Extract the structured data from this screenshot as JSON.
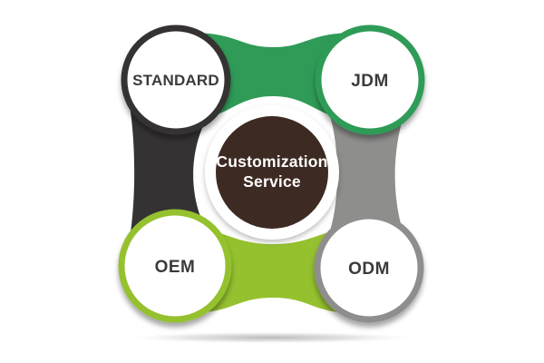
{
  "diagram": {
    "center": {
      "label_line1": "Customization",
      "label_line2": "Service",
      "fill_color": "#3e2b20",
      "ring_color": "#ffffff",
      "text_color": "#ffffff"
    },
    "nodes": [
      {
        "id": "standard",
        "label": "STANDARD",
        "ring_color": "#343233",
        "fill_color": "#ffffff",
        "text_color": "#3a3a3a",
        "position": "top-left"
      },
      {
        "id": "jdm",
        "label": "JDM",
        "ring_color": "#2f9b57",
        "fill_color": "#ffffff",
        "text_color": "#3a3a3a",
        "position": "top-right"
      },
      {
        "id": "oem",
        "label": "OEM",
        "ring_color": "#95c12f",
        "fill_color": "#ffffff",
        "text_color": "#3a3a3a",
        "position": "bottom-left"
      },
      {
        "id": "odm",
        "label": "ODM",
        "ring_color": "#8e8e8d",
        "fill_color": "#ffffff",
        "text_color": "#3a3a3a",
        "position": "bottom-right"
      }
    ],
    "connectors": [
      {
        "id": "standard-jdm",
        "color": "#2f9b57"
      },
      {
        "id": "standard-oem",
        "color": "#343233"
      },
      {
        "id": "jdm-odm",
        "color": "#8e8e8d"
      },
      {
        "id": "oem-odm",
        "color": "#95c12f"
      }
    ]
  }
}
